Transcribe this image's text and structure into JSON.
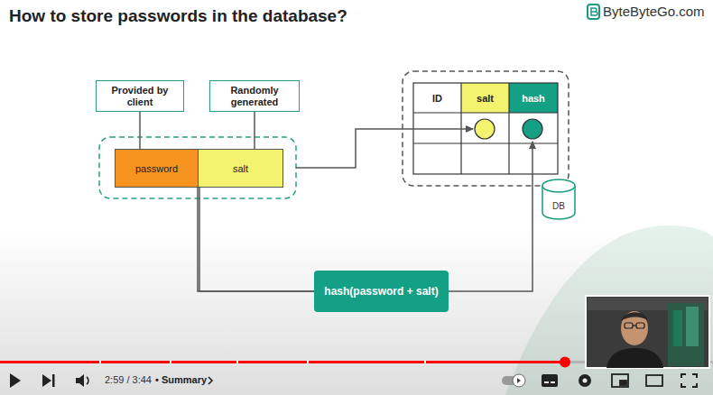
{
  "diagram": {
    "title": "How to store passwords in the database?",
    "nodes": [
      {
        "text": [
          "Provided by client"
        ]
      },
      {
        "text": [
          "Randomly generated"
        ]
      },
      {
        "text": [
          "password"
        ]
      },
      {
        "text": [
          "salt"
        ]
      },
      {
        "text": [
          "DB"
        ]
      },
      {
        "text": [
          "hash(password + salt)"
        ]
      }
    ],
    "edges": [
      {
        "from": 0,
        "to": 2,
        "arrow": "none"
      },
      {
        "from": 1,
        "to": 3,
        "arrow": "none"
      },
      {
        "from": 2,
        "to": 5,
        "arrow": "none"
      },
      {
        "from": 3,
        "to": 5,
        "arrow": "none"
      }
    ],
    "labels": [
      "ByteByteGo.com",
      "ID",
      "salt",
      "hash",
      "2:59 / 3:44",
      "• Summary"
    ]
  }
}
